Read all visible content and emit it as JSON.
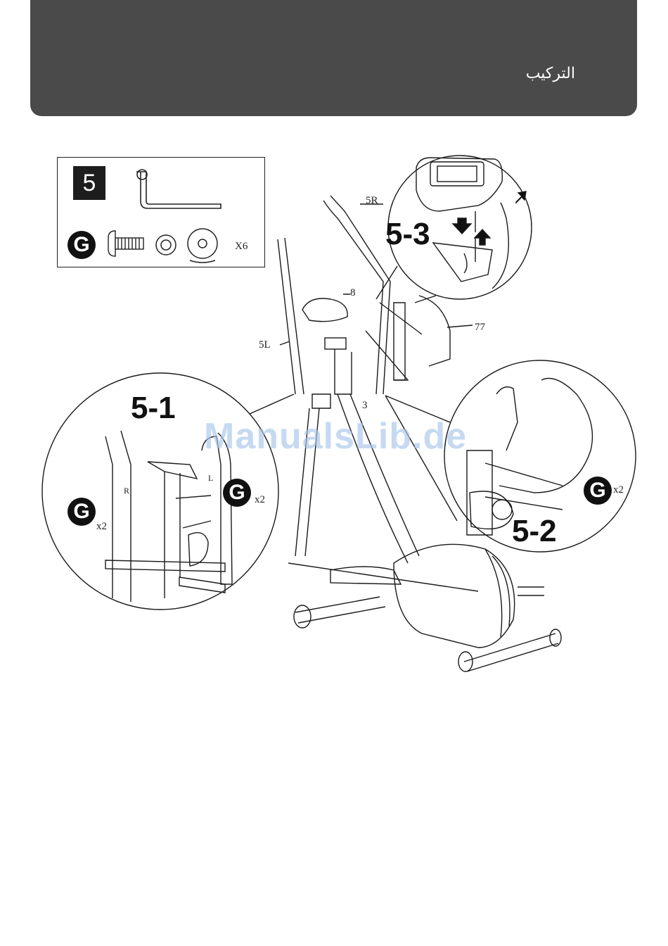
{
  "header": {
    "title": "التركيب"
  },
  "step": {
    "number": "5"
  },
  "parts": {
    "fastener_code": "G",
    "quantity": "X6"
  },
  "diagram": {
    "labels": {
      "part_5R": "5R",
      "part_5L": "5L",
      "part_8": "8",
      "part_77": "77",
      "part_3": "3"
    },
    "detail_5_1": {
      "title": "5-1",
      "code_left": "G",
      "qty_left": "x2",
      "code_right": "G",
      "qty_right": "x2",
      "mark_R": "R",
      "mark_L": "L"
    },
    "detail_5_2": {
      "title": "5-2",
      "code": "G",
      "qty": "x2"
    },
    "detail_5_3": {
      "title": "5-3"
    }
  },
  "watermark": "ManualsLib.de"
}
